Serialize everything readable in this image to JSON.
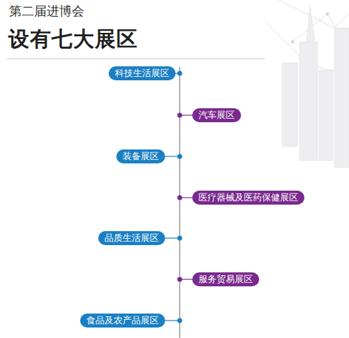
{
  "diagram": {
    "title": "设有七大展区",
    "nodes": [
      {
        "text": [
          "科技生活展区"
        ]
      },
      {
        "text": [
          "汽车展区"
        ]
      },
      {
        "text": [
          "装备展区"
        ]
      },
      {
        "text": [
          "医疗器械及医药保健展区"
        ]
      },
      {
        "text": [
          "品质生活展区"
        ]
      },
      {
        "text": [
          "服务贸易展区"
        ]
      },
      {
        "text": [
          "食品及农产品展区"
        ]
      }
    ],
    "labels": [
      "第二届进博会"
    ]
  }
}
